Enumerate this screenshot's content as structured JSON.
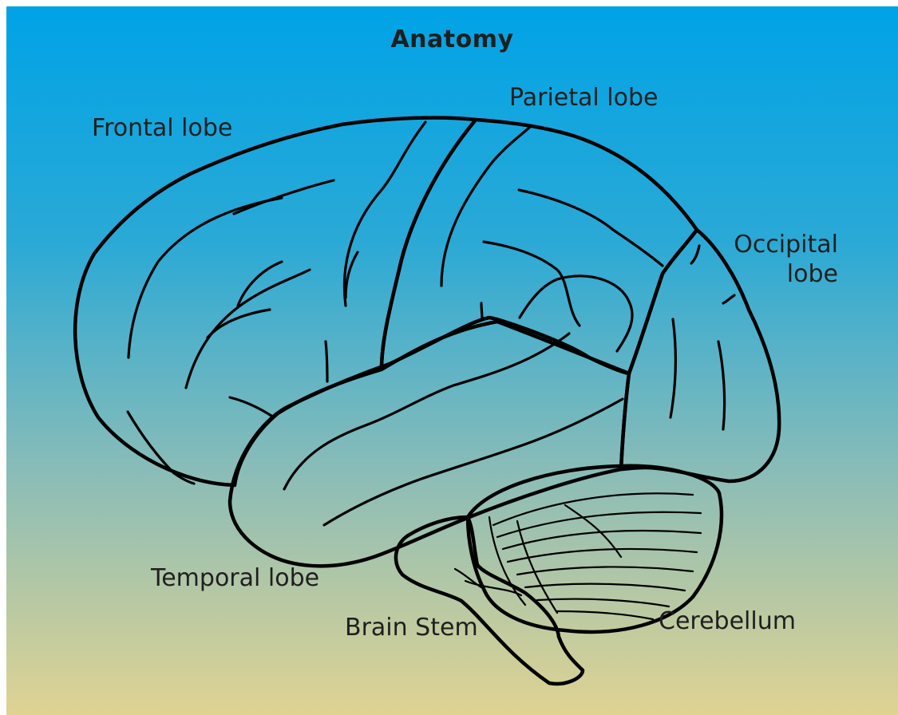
{
  "title": "Anatomy",
  "regions": {
    "frontal": {
      "label": "Frontal lobe",
      "color_top": "#7dd168",
      "color_bottom": "#c6df57"
    },
    "parietal": {
      "label": "Parietal lobe",
      "color_top": "#7a5570",
      "color_bottom": "#b06262"
    },
    "occipital": {
      "label_line1": "Occipital",
      "label_line2": "lobe",
      "color_top": "#0a51ec",
      "color_bottom": "#3f62dc"
    },
    "temporal": {
      "label": "Temporal lobe",
      "color": "#3fd85a"
    },
    "cerebellum": {
      "label": "Cerebellum",
      "color": "#b1c8b0"
    },
    "brain_stem": {
      "label": "Brain Stem",
      "color": "#b1c8b0"
    }
  }
}
